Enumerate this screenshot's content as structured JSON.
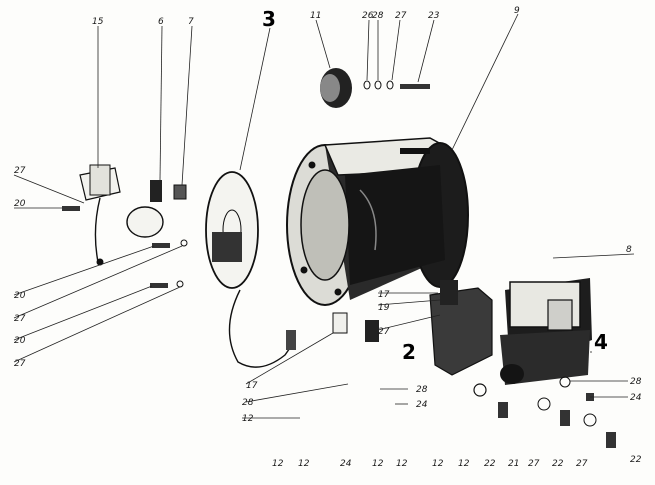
{
  "labels": {
    "l15": "15",
    "l6": "6",
    "l7": "7",
    "l3": "3",
    "l11": "11",
    "l26": "26",
    "l28a": "28",
    "l27a": "27",
    "l23": "23",
    "l9": "9",
    "l27b": "27",
    "l20a": "20",
    "l20b": "20",
    "l27c": "27",
    "l20c": "20",
    "l27d": "27",
    "l8": "8",
    "l17a": "17",
    "l19": "19",
    "l27e": "27",
    "l2": "2",
    "l4": "4",
    "l17b": "17",
    "l28b": "28",
    "l12a": "12",
    "l28c": "28",
    "l24a": "24",
    "l28d": "28",
    "l24b": "24",
    "l12b": "12",
    "l12c": "12",
    "l24c": "24",
    "l12d": "12",
    "l12e": "12",
    "l12f": "12",
    "l12g": "12",
    "l22a": "22",
    "l21": "21",
    "l27f": "27",
    "l22b": "22",
    "l27g": "27",
    "l22c": "22"
  }
}
